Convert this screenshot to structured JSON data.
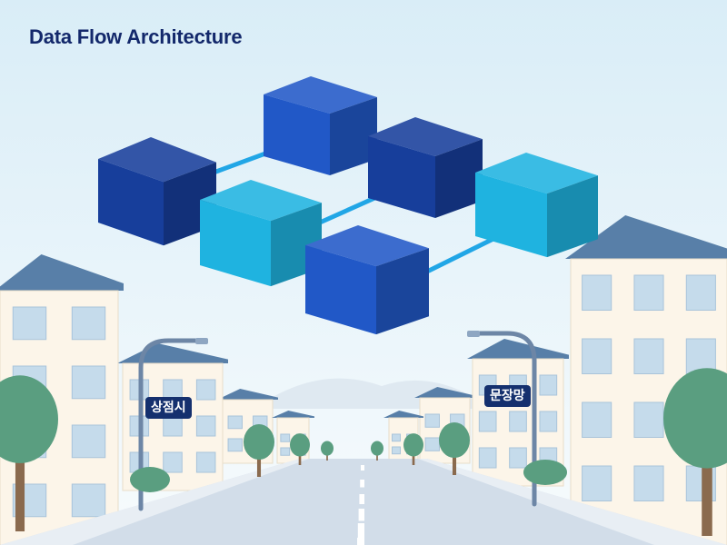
{
  "title": "Data Flow Architecture",
  "street_signs": [
    "상점시",
    "문장망"
  ],
  "colors": {
    "title": "#13286b",
    "sky_top": "#d9edf7",
    "sky_bottom": "#f7fbfd",
    "block_dark": "#173e9b",
    "block_royal": "#2158c7",
    "block_cyan": "#1fb3e0",
    "connector": "#21a6e6",
    "sign_bg": "#15306e",
    "building": "#fcf5e9",
    "roof": "#587fa8",
    "tree": "#5a9e80",
    "road": "#d2dde9"
  }
}
